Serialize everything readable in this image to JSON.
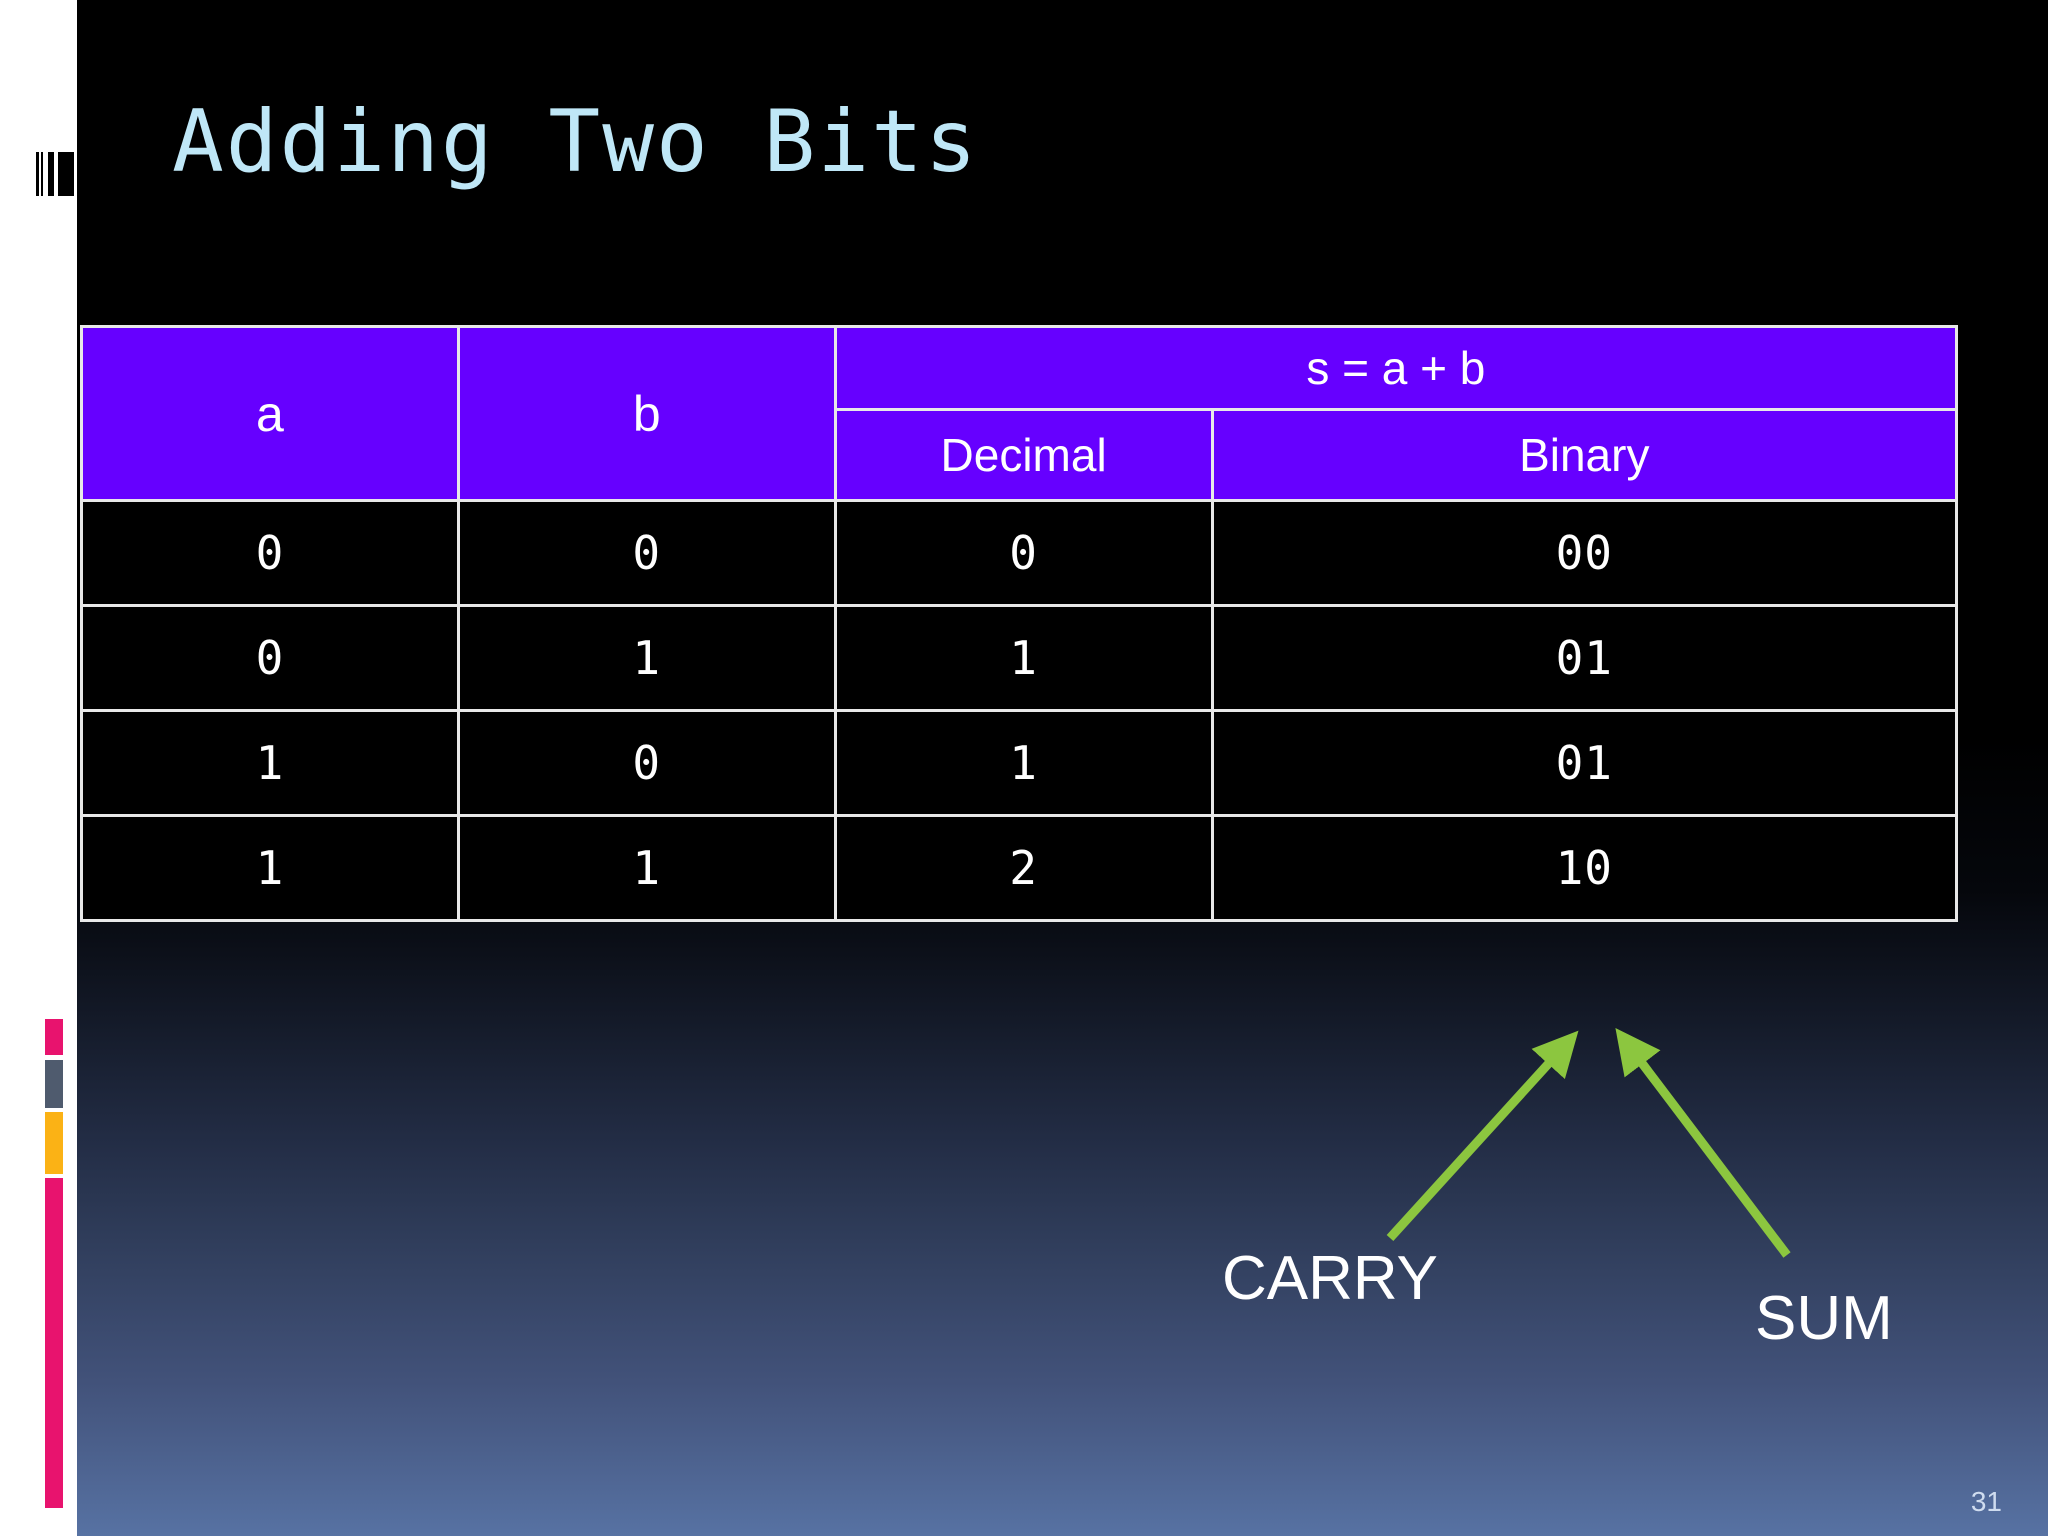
{
  "slide": {
    "title": "Adding Two Bits",
    "page_number": "31",
    "colors": {
      "title_text": "#bfe7f7",
      "header_purple": "#6600ff",
      "table_border": "#e8e8e8",
      "arrow_green": "#8cc63f",
      "accent_pink": "#e8136e",
      "accent_slate": "#4f5b6e",
      "accent_amber": "#fbb215",
      "background_bottom": "#5772a3"
    }
  },
  "table": {
    "header": {
      "col_a": "a",
      "col_b": "b",
      "sum_group": "s = a + b",
      "sub_decimal": "Decimal",
      "sub_binary": "Binary"
    },
    "rows": [
      {
        "a": "0",
        "b": "0",
        "decimal": "0",
        "binary": "00"
      },
      {
        "a": "0",
        "b": "1",
        "decimal": "1",
        "binary": "01"
      },
      {
        "a": "1",
        "b": "0",
        "decimal": "1",
        "binary": "01"
      },
      {
        "a": "1",
        "b": "1",
        "decimal": "2",
        "binary": "10"
      }
    ]
  },
  "annotations": {
    "carry": "CARRY",
    "sum": "SUM"
  }
}
